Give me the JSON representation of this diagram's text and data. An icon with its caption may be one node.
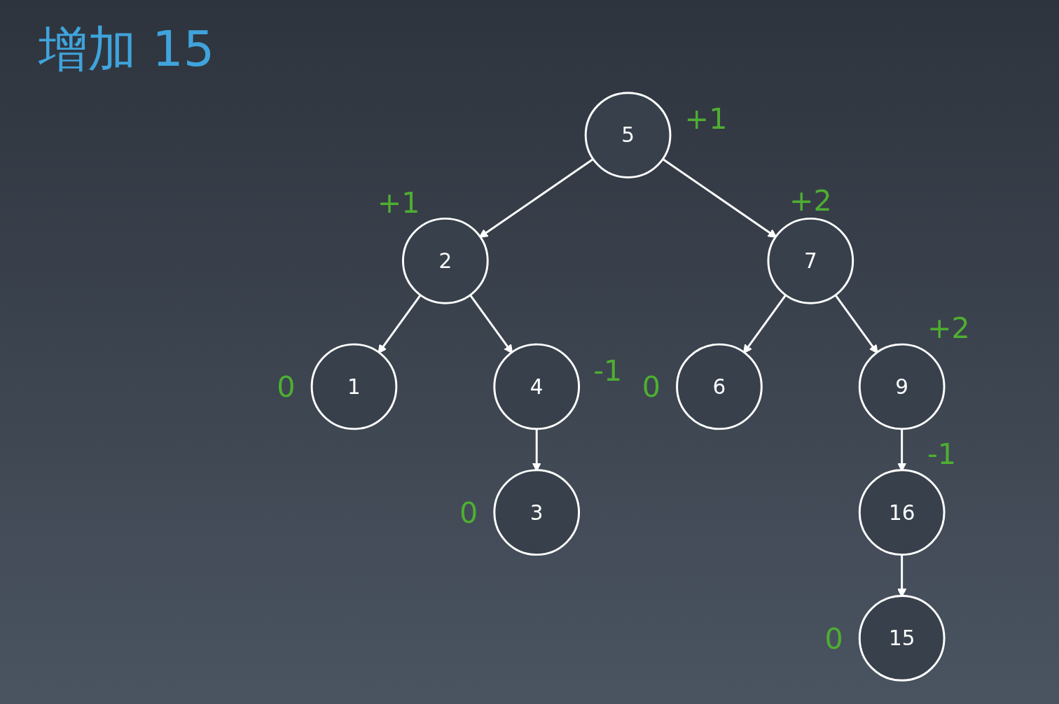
{
  "diagram": {
    "title": "增加 15",
    "nodes": [
      {
        "text": [
          "5"
        ],
        "beside": [
          "+1"
        ]
      },
      {
        "text": [
          "2"
        ],
        "beside": [
          "+1"
        ]
      },
      {
        "text": [
          "7"
        ],
        "beside": [
          "+2"
        ]
      },
      {
        "text": [
          "1"
        ],
        "beside": [
          "0"
        ]
      },
      {
        "text": [
          "4"
        ],
        "beside": [
          "-1"
        ]
      },
      {
        "text": [
          "6"
        ],
        "beside": [
          "0"
        ]
      },
      {
        "text": [
          "9"
        ],
        "beside": [
          "+2"
        ]
      },
      {
        "text": [
          "3"
        ],
        "beside": [
          "0"
        ]
      },
      {
        "text": [
          "16"
        ],
        "beside": [
          "-1"
        ]
      },
      {
        "text": [
          "15"
        ],
        "beside": [
          "0"
        ]
      }
    ],
    "edges": [
      {
        "from": 0,
        "to": 1,
        "arrow": "to"
      },
      {
        "from": 0,
        "to": 2,
        "arrow": "to"
      },
      {
        "from": 1,
        "to": 3,
        "arrow": "to"
      },
      {
        "from": 1,
        "to": 4,
        "arrow": "to"
      },
      {
        "from": 2,
        "to": 5,
        "arrow": "to"
      },
      {
        "from": 2,
        "to": 6,
        "arrow": "to"
      },
      {
        "from": 4,
        "to": 7,
        "arrow": "to"
      },
      {
        "from": 6,
        "to": 8,
        "arrow": "to"
      },
      {
        "from": 8,
        "to": 9,
        "arrow": "to"
      }
    ]
  }
}
